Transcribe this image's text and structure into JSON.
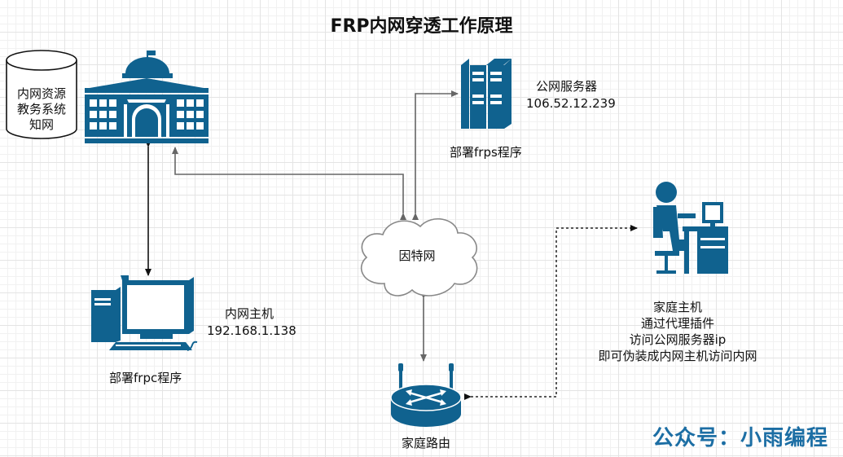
{
  "title": "FRP内网穿透工作原理",
  "database": {
    "line1": "内网资源",
    "line2": "教务系统",
    "line3": "知网"
  },
  "public_server": {
    "name": "公网服务器",
    "ip": "106.52.12.239",
    "caption": "部署frps程序"
  },
  "internet": {
    "label": "因特网"
  },
  "intranet_host": {
    "name": "内网主机",
    "ip": "192.168.1.138",
    "caption": "部署frpc程序"
  },
  "home_host": {
    "line1": "家庭主机",
    "line2": "通过代理插件",
    "line3": "访问公网服务器ip",
    "line4": "即可伪装成内网主机访问内网"
  },
  "router": {
    "label": "家庭路由"
  },
  "brand": "公众号：小雨编程",
  "colors": {
    "icon": "#10628f",
    "arrow": "#666666",
    "link": "#222222",
    "brand": "#1c6ea4"
  }
}
